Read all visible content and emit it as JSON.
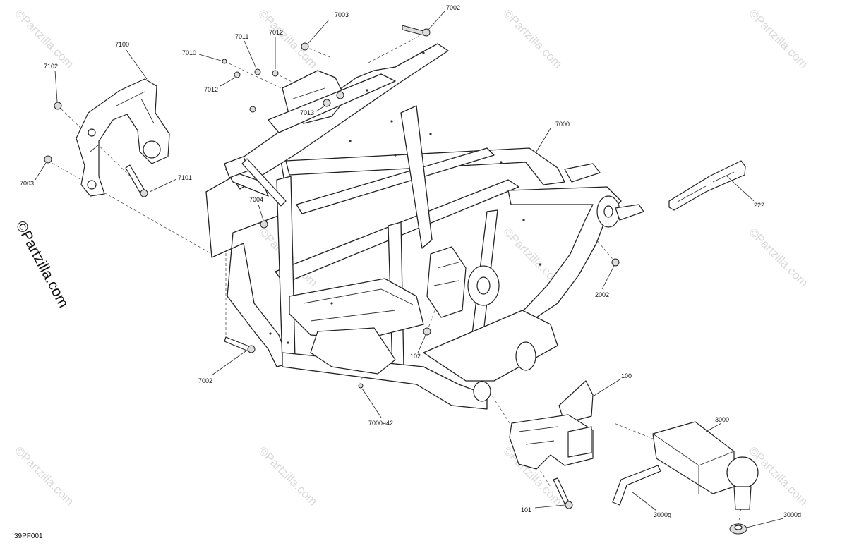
{
  "diagram": {
    "drawing_code": "39PF001",
    "watermark_text": "©Partzilla.com",
    "side_watermark_text": "©Partzilla.com",
    "callouts": [
      {
        "id": "c-7002-top",
        "text": "7002"
      },
      {
        "id": "c-7003-top",
        "text": "7003"
      },
      {
        "id": "c-7011",
        "text": "7011"
      },
      {
        "id": "c-7012-top",
        "text": "7012"
      },
      {
        "id": "c-7010",
        "text": "7010"
      },
      {
        "id": "c-7012-mid",
        "text": "7012"
      },
      {
        "id": "c-7013",
        "text": "7013"
      },
      {
        "id": "c-7100",
        "text": "7100"
      },
      {
        "id": "c-7102",
        "text": "7102"
      },
      {
        "id": "c-7003-left",
        "text": "7003"
      },
      {
        "id": "c-7101",
        "text": "7101"
      },
      {
        "id": "c-7004",
        "text": "7004"
      },
      {
        "id": "c-7000",
        "text": "7000"
      },
      {
        "id": "c-222",
        "text": "222"
      },
      {
        "id": "c-2002",
        "text": "2002"
      },
      {
        "id": "c-102",
        "text": "102"
      },
      {
        "id": "c-7002-bottom",
        "text": "7002"
      },
      {
        "id": "c-7000a42",
        "text": "7000a42"
      },
      {
        "id": "c-100",
        "text": "100"
      },
      {
        "id": "c-3000",
        "text": "3000"
      },
      {
        "id": "c-3000g",
        "text": "3000g"
      },
      {
        "id": "c-101",
        "text": "101"
      },
      {
        "id": "c-3000d",
        "text": "3000d"
      }
    ]
  }
}
